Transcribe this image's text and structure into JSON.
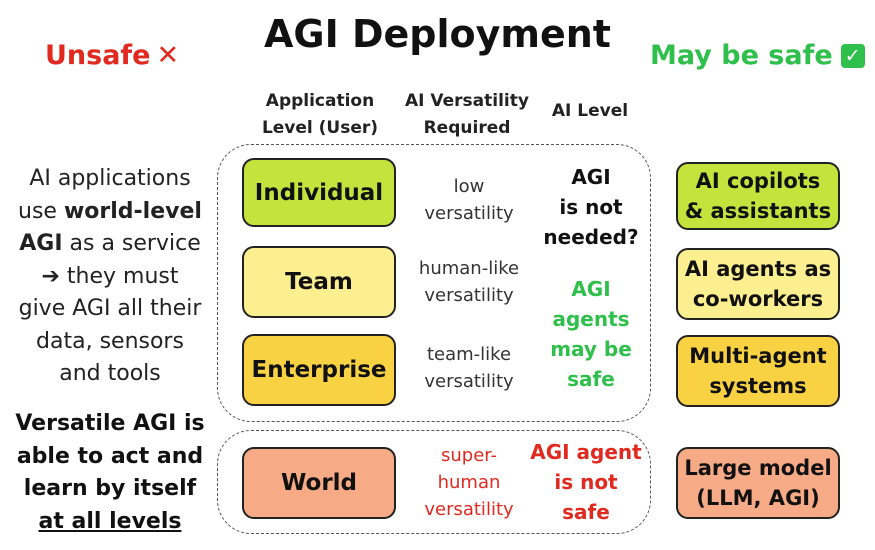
{
  "title": "AGI Deployment",
  "unsafe": {
    "label": "Unsafe",
    "icon": "cross-mark-icon",
    "symbol": "✕",
    "color": "#e02a1f"
  },
  "may_be_safe": {
    "label": "May be safe",
    "icon": "check-mark-icon",
    "symbol": "✓",
    "color": "#2fbf4b"
  },
  "columns": {
    "application_level": [
      "Application",
      "Level (User)"
    ],
    "ai_versatility": [
      "AI Versatility",
      "Required"
    ],
    "ai_level": "AI Level"
  },
  "left_text": {
    "p1": [
      "AI applications",
      "use ",
      "world-level",
      "AGI",
      " as a service",
      "➔ they must",
      "give AGI all their",
      "data, sensors",
      "and tools"
    ],
    "p2": [
      "Versatile AGI is",
      "able to act and",
      "learn by itself",
      "at all levels"
    ]
  },
  "levels": [
    {
      "name": "Individual",
      "color": "#c5e33c",
      "versatility": [
        "low",
        "versatility"
      ],
      "solution": [
        "AI copilots",
        "& assistants"
      ],
      "solution_color": "#c5e33c"
    },
    {
      "name": "Team",
      "color": "#fbef8f",
      "versatility": [
        "human-like",
        "versatility"
      ],
      "solution": [
        "AI agents as",
        "co-workers"
      ],
      "solution_color": "#fbef8f"
    },
    {
      "name": "Enterprise",
      "color": "#f9d244",
      "versatility": [
        "team-like",
        "versatility"
      ],
      "solution": [
        "Multi-agent",
        "systems"
      ],
      "solution_color": "#f9d244"
    },
    {
      "name": "World",
      "color": "#f6aa86",
      "versatility": [
        "super-",
        "human",
        "versatility"
      ],
      "solution": [
        "Large model",
        "(LLM, AGI)"
      ],
      "solution_color": "#f6aa86"
    }
  ],
  "ai_level_notes": {
    "not_needed": {
      "lines": [
        "AGI",
        "is not",
        "needed?"
      ],
      "color": "#111111"
    },
    "may_be_safe": {
      "lines": [
        "AGI",
        "agents",
        "may be",
        "safe"
      ],
      "color": "#2fbf4b"
    },
    "not_safe": {
      "lines": [
        "AGI agent",
        "is not",
        "safe"
      ],
      "color": "#e02a1f"
    }
  }
}
